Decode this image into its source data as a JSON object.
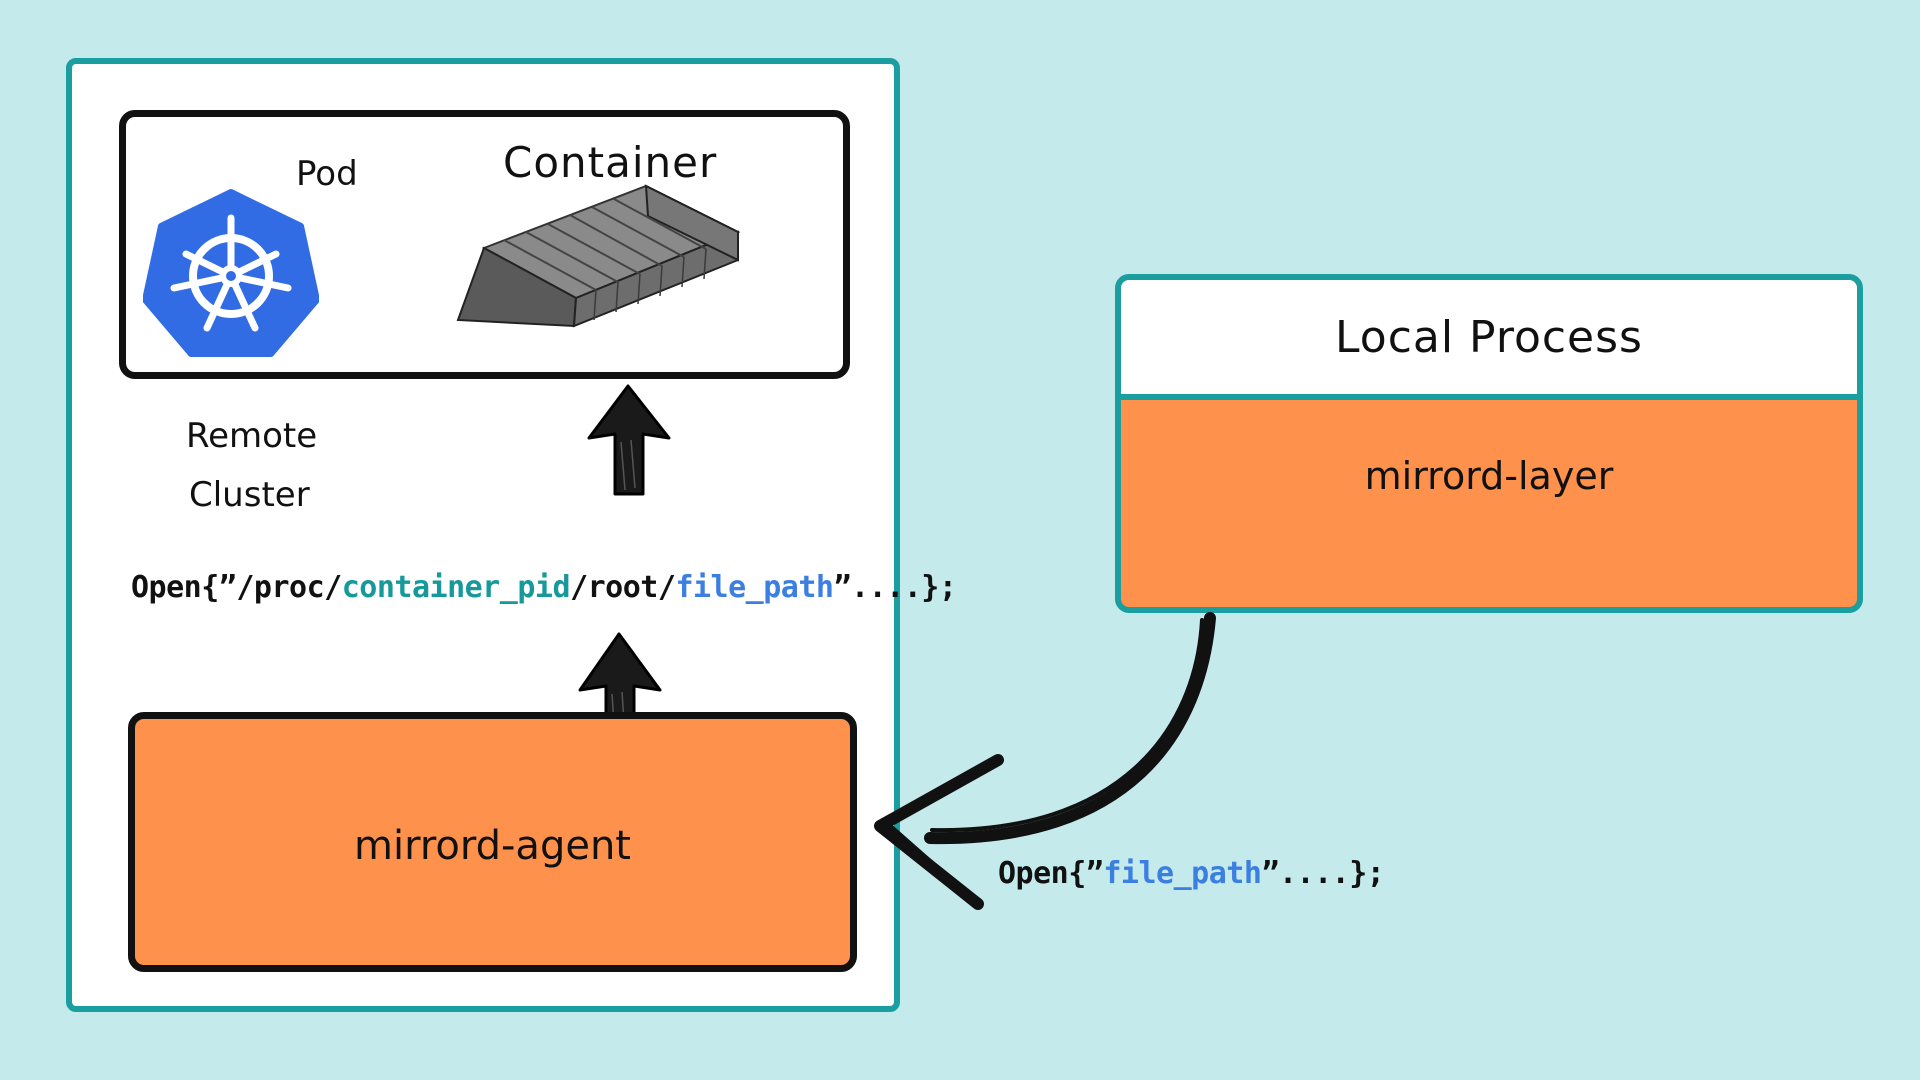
{
  "remote_cluster": {
    "label_line1": "Remote",
    "label_line2": "Cluster",
    "pod": {
      "label": "Pod",
      "container_label": "Container"
    },
    "open_call": {
      "prefix": "Open{”/proc/",
      "container_pid": "container_pid",
      "mid": "/root/",
      "file_path": "file_path",
      "suffix": "”....};"
    },
    "agent": {
      "label": "mirrord-agent"
    }
  },
  "local_process": {
    "title": "Local Process",
    "layer_label": "mirrord-layer",
    "open_call": {
      "prefix": "Open{”",
      "file_path": "file_path",
      "suffix": "”....};"
    }
  },
  "icons": [
    "kubernetes-icon",
    "shipping-container-icon",
    "arrow-up-icon",
    "curved-arrow-icon"
  ],
  "colors": {
    "background": "#c5eaeb",
    "panel_border": "#1b9e9f",
    "orange": "#fe914b",
    "kubernetes_blue": "#326ce5",
    "code_teal": "#17999b",
    "code_blue": "#3b7fe0"
  }
}
